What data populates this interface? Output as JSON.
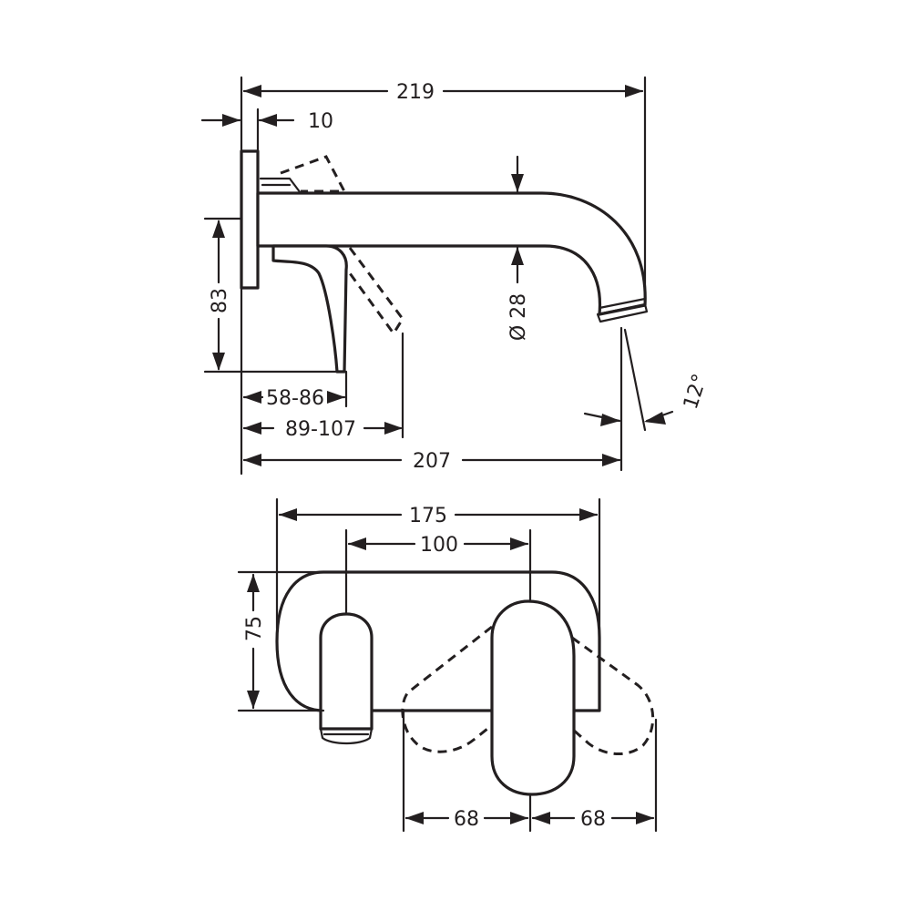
{
  "side_view": {
    "overall_length": "219",
    "plate_thickness": "10",
    "height": "83",
    "handle_reach": "58-86",
    "handle_reach_swung": "89-107",
    "spout_reach": "207",
    "spout_diameter": "Ø 28",
    "spout_angle": "12°"
  },
  "front_view": {
    "plate_width": "175",
    "center_distance": "100",
    "plate_height": "75",
    "handle_swing_left": "68",
    "handle_swing_right": "68"
  }
}
